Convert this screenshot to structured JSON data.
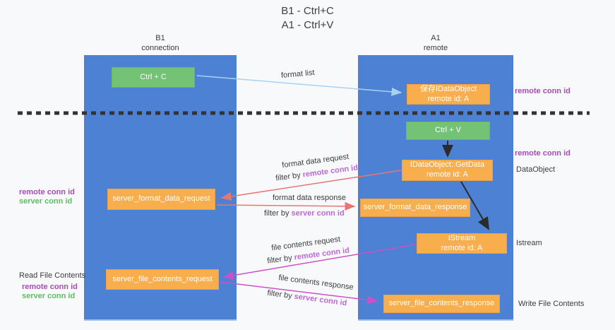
{
  "title": {
    "line1": "B1 - Ctrl+C",
    "line2": "A1 - Ctrl+V"
  },
  "left_column": {
    "header1": "B1",
    "header2": "connection"
  },
  "right_column": {
    "header1": "A1",
    "header2": "remote"
  },
  "boxes": {
    "ctrl_c": "Ctrl + C",
    "save_idataobject": {
      "line1": "保存IDataObject",
      "line2": "remote id: A"
    },
    "ctrl_v": "Ctrl + V",
    "getdata": {
      "line1": "IDataObject::GetData",
      "line2": "remote id: A"
    },
    "format_request": "server_format_data_request",
    "format_response": "server_format_data_response",
    "istream": {
      "line1": "IStream",
      "line2": "remote id: A"
    },
    "file_request": "server_file_contents_request",
    "file_response": "server_file_contents_response"
  },
  "flow_labels": {
    "format_list": "format list",
    "format_request": "format data request",
    "format_request_filter_prefix": "filter by ",
    "format_request_filter_key": "remote conn id",
    "format_response": "format data response",
    "format_response_filter_prefix": "filter by ",
    "format_response_filter_key": "server conn id",
    "file_request": "file contents request",
    "file_request_filter_prefix": "filter by ",
    "file_request_filter_key": "remote conn id",
    "file_response": "file contents response",
    "file_response_filter_prefix": "filter by ",
    "file_response_filter_key": "server conn id"
  },
  "side_labels": {
    "right_top_conn": "remote conn id",
    "right_mid_conn": "remote conn id",
    "dataobject": "DataObject",
    "istream": "Istream",
    "write_file": "Write File Contents",
    "left_remote_conn": "remote conn id",
    "left_server_conn": "server conn id",
    "read_file": "Read File Contents",
    "read_remote_conn": "remote conn id",
    "read_server_conn": "server conn id"
  },
  "colors": {
    "column_blue": "#4d81d4",
    "box_green": "#74c276",
    "box_orange": "#f9ae4d",
    "arrow_lightblue": "#a9d2f0",
    "arrow_red": "#e87676",
    "arrow_magenta": "#cf4fc9",
    "arrow_black": "#2b2b2b",
    "divider_black": "#333333",
    "text_purple": "#a84cb5",
    "text_green": "#5fbc66",
    "filter_purple": "#bd68d8"
  }
}
